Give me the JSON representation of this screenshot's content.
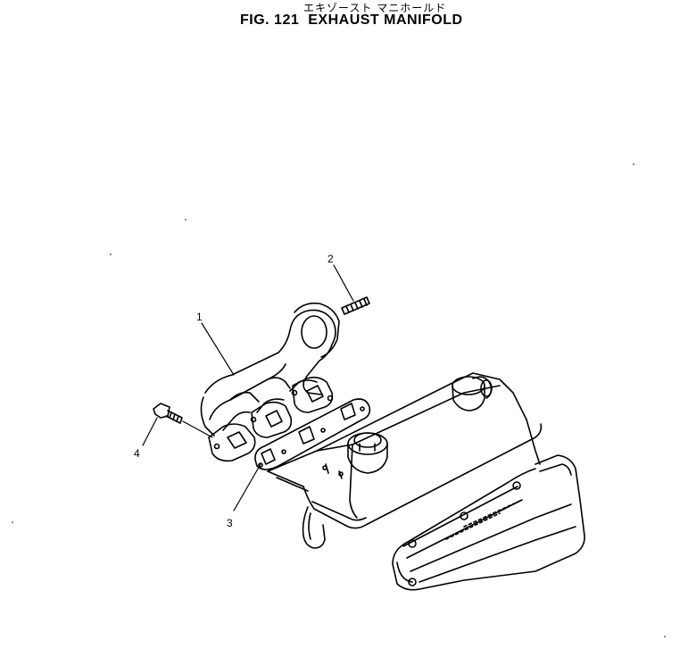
{
  "header": {
    "title_jp": "エキゾースト マニホールド",
    "fig_label": "FIG. 121",
    "title_en": "EXHAUST MANIFOLD"
  },
  "callouts": [
    {
      "id": "1",
      "label": "1"
    },
    {
      "id": "2",
      "label": "2"
    },
    {
      "id": "3",
      "label": "3"
    },
    {
      "id": "4",
      "label": "4"
    }
  ],
  "colors": {
    "line": "#000000",
    "paper": "#ffffff"
  }
}
